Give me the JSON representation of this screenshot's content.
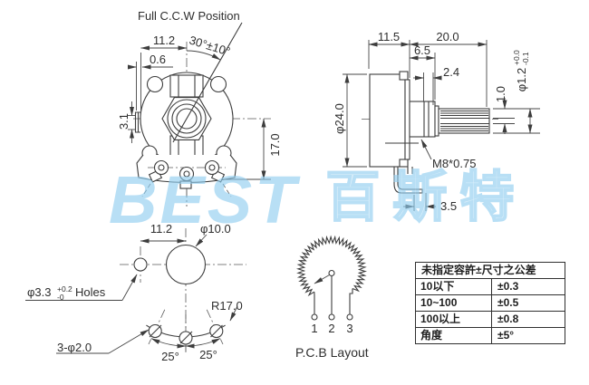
{
  "colors": {
    "line": "#3d3d3d",
    "watermark_blue": "#8ecdf0"
  },
  "watermark": {
    "latin": "BEST",
    "cjk": "百斯特"
  },
  "front_view": {
    "label_full_ccw": "Full C.C.W Position",
    "dim_width_top": "11.2",
    "dim_rotation_angle": "30°±10°",
    "dim_lug_offset": "0.6",
    "dim_lug_height": "3.1",
    "dim_center_to_pins": "17.0"
  },
  "side_view": {
    "dim_body_depth": "11.5",
    "dim_shaft_length": "20.0",
    "dim_bushing_length": "6.5",
    "dim_step": "2.4",
    "dim_body_dia": "φ24.0",
    "dim_slot_depth": "1.0",
    "dim_slot_dia": "φ1.2",
    "slot_tol_plus": "+0.0",
    "slot_tol_minus": "-0.1",
    "thread_spec": "M8*0.75",
    "dim_pin_offset": "3.5"
  },
  "pcb_holes_view": {
    "dim_hole_spacing": "11.2",
    "dim_center_hole": "φ10.0",
    "side_hole_label": "φ3.3",
    "side_hole_tol_plus": "+0.2",
    "side_hole_tol_minus": "-0",
    "side_hole_suffix": "Holes",
    "dim_radius": "R17.0",
    "pin_holes_label": "3-φ2.0",
    "dim_angle_left": "25°",
    "dim_angle_right": "25°"
  },
  "pcb_layout": {
    "title": "P.C.B Layout",
    "pins": [
      "1",
      "2",
      "3"
    ]
  },
  "tolerance_table": {
    "header": "未指定容許±尺寸之公差",
    "rows": [
      {
        "range": "10以下",
        "tol": "±0.3"
      },
      {
        "range": "10~100",
        "tol": "±0.5"
      },
      {
        "range": "100以上",
        "tol": "±0.8"
      },
      {
        "range": "角度",
        "tol": "±5°"
      }
    ]
  }
}
